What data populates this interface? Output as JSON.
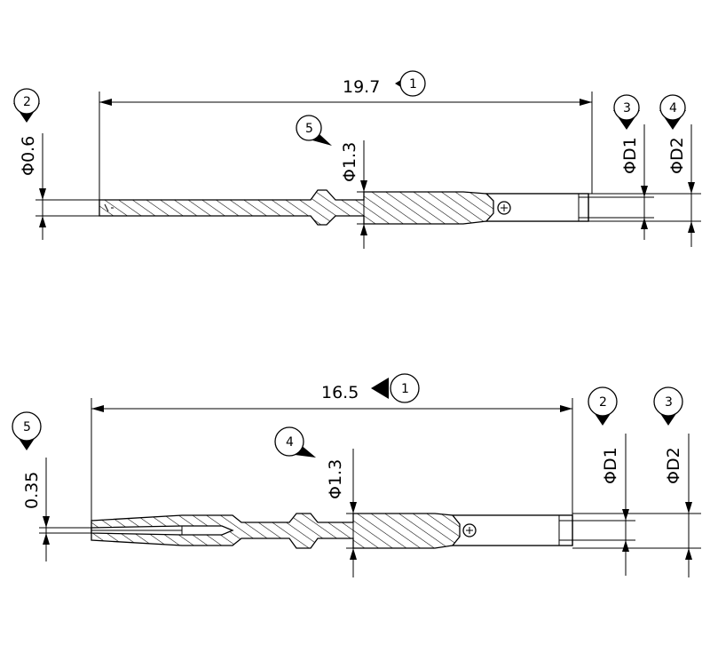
{
  "top_drawing": {
    "length_dim": "19.7",
    "length_balloon": "1",
    "tip_dim": "Φ0.6",
    "tip_balloon": "2",
    "d1_dim": "ΦD1",
    "d1_balloon": "3",
    "d2_dim": "ΦD2",
    "d2_balloon": "4",
    "shaft_dim": "Φ1.3",
    "shaft_balloon": "5"
  },
  "bottom_drawing": {
    "length_dim": "16.5",
    "length_balloon": "1",
    "d1_dim": "ΦD1",
    "d1_balloon": "2",
    "d2_dim": "ΦD2",
    "d2_balloon": "3",
    "shaft_dim": "Φ1.3",
    "shaft_balloon": "4",
    "tip_dim": "0.35",
    "tip_balloon": "5"
  }
}
